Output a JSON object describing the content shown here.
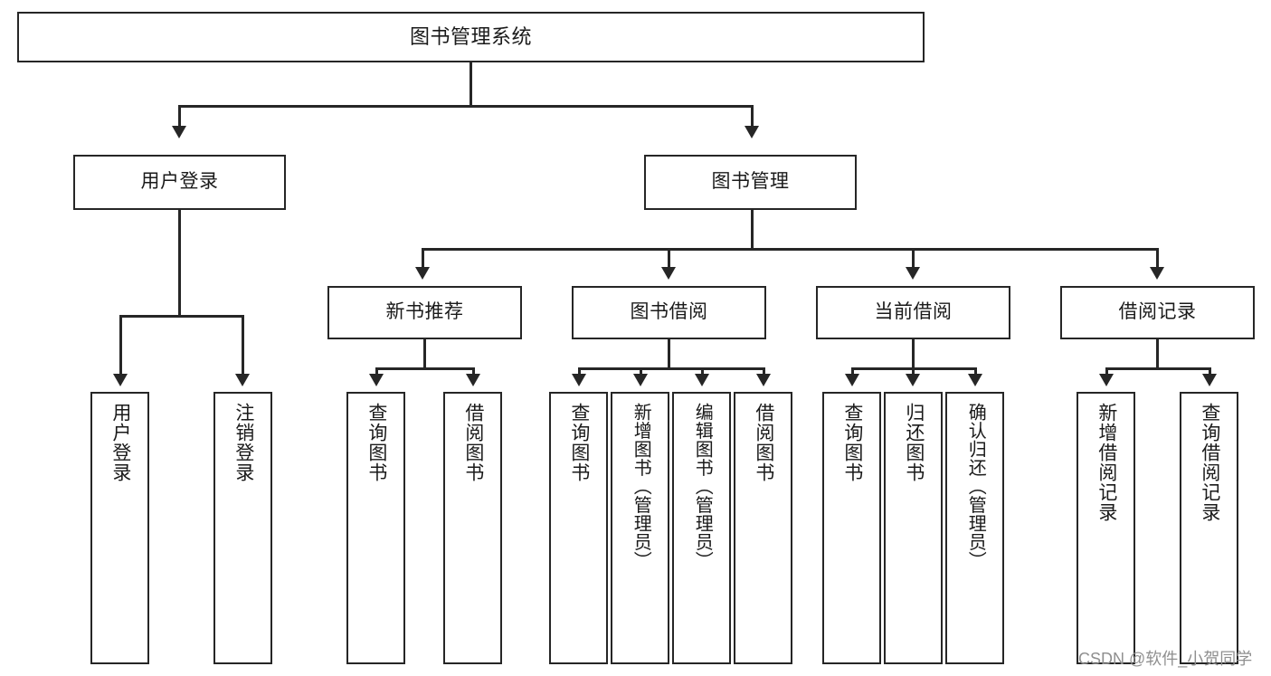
{
  "diagram": {
    "title": "图书管理系统",
    "type": "tree-hierarchy",
    "watermark": "CSDN @软件_小贺同学",
    "colors": {
      "stroke": "#262626",
      "fill": "#ffffff",
      "text": "#1a1a1a",
      "watermark": "#8f8f8f"
    },
    "nodes": {
      "root": {
        "label": "图书管理系统"
      },
      "level2": [
        {
          "label": "用户登录"
        },
        {
          "label": "图书管理"
        }
      ],
      "level3": [
        {
          "label": "新书推荐"
        },
        {
          "label": "图书借阅"
        },
        {
          "label": "当前借阅"
        },
        {
          "label": "借阅记录"
        }
      ],
      "leaves": {
        "user_login": [
          {
            "label": "用户登录"
          },
          {
            "label": "注销登录"
          }
        ],
        "new_book_recommend": [
          {
            "label": "查询图书"
          },
          {
            "label": "借阅图书"
          }
        ],
        "book_borrow": [
          {
            "label": "查询图书"
          },
          {
            "label": "新增图书（管理员）"
          },
          {
            "label": "编辑图书（管理员）"
          },
          {
            "label": "借阅图书"
          }
        ],
        "current_borrow": [
          {
            "label": "查询图书"
          },
          {
            "label": "归还图书"
          },
          {
            "label": "确认归还（管理员）"
          }
        ],
        "borrow_record": [
          {
            "label": "新增借阅记录"
          },
          {
            "label": "查询借阅记录"
          }
        ]
      }
    }
  }
}
